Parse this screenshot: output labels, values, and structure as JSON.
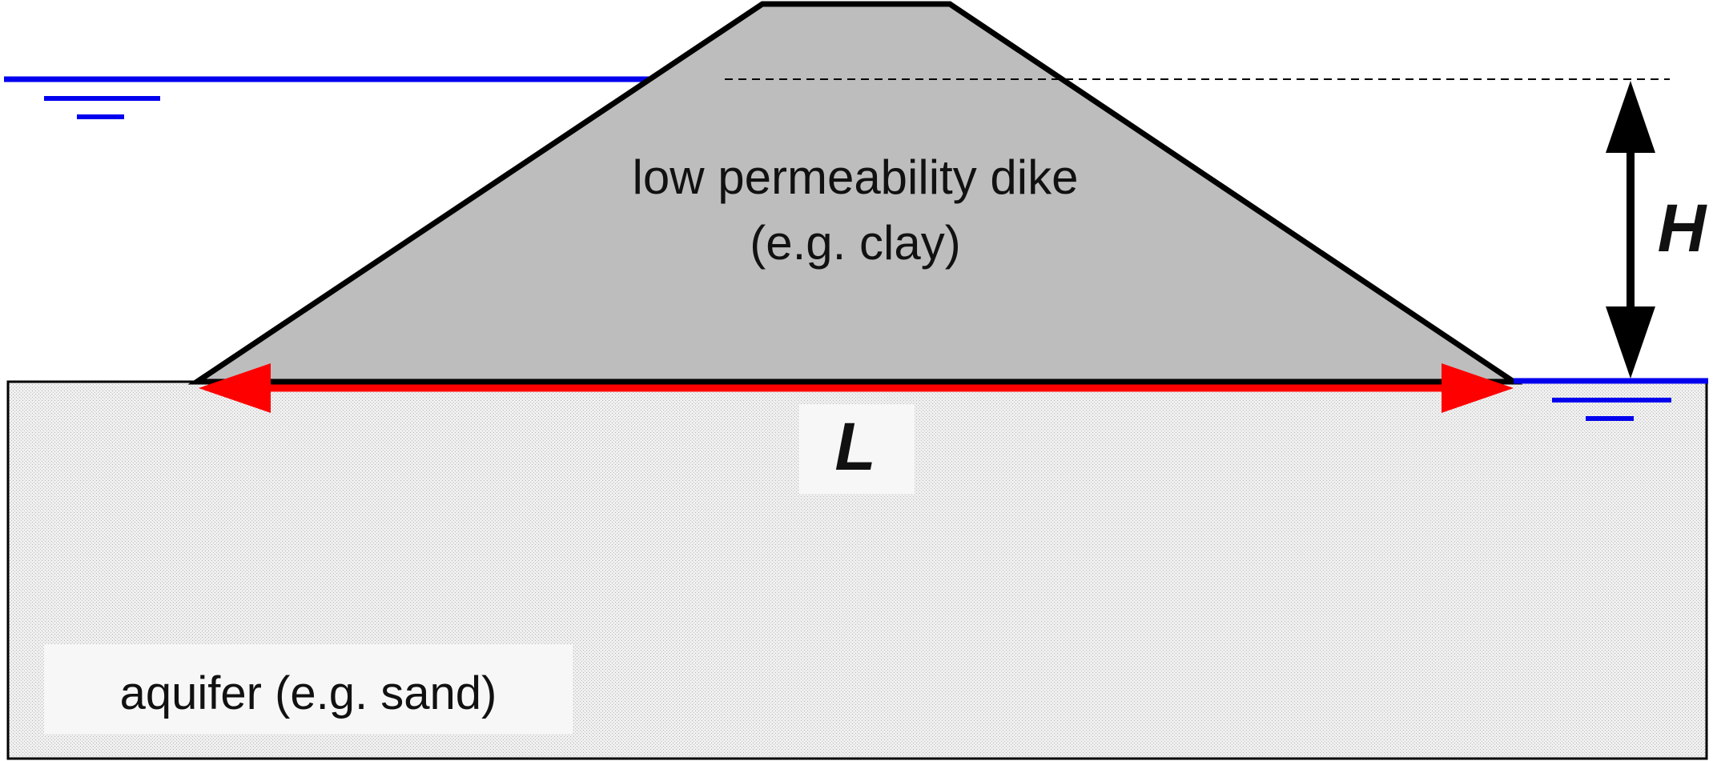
{
  "diagram": {
    "dike_label_line1": "low permeability dike",
    "dike_label_line2": "(e.g. clay)",
    "aquifer_label": "aquifer (e.g. sand)",
    "head_symbol": "H",
    "length_symbol": "L"
  },
  "icons": {
    "upstream_water_level": "water-level-icon",
    "downstream_water_level": "water-level-icon"
  },
  "colors": {
    "dike_fill": "#bdbdbd",
    "aquifer_fill": "#e8e8e8",
    "water": "#0000ee",
    "length_arrow": "#ff0000",
    "outline": "#000000"
  }
}
